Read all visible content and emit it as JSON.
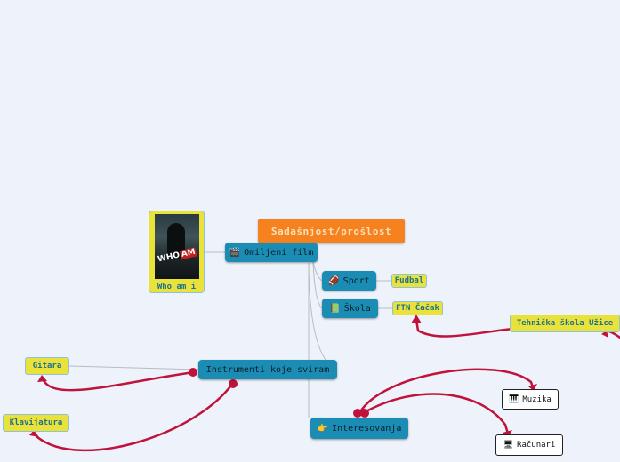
{
  "colors": {
    "background": "#eef3fb",
    "root": "#f5821f",
    "main_topic": "#1b8db5",
    "leaf": "#e8e23a",
    "relationship": "#c0133c"
  },
  "root": {
    "label": "Sadašnjost/prošlost"
  },
  "topics": {
    "film": {
      "label": "Omiljeni film",
      "icon": "clapperboard-icon"
    },
    "sport": {
      "label": "Sport",
      "icon": "football-icon"
    },
    "skola": {
      "label": "Škola",
      "icon": "book-icon"
    },
    "instrumenti": {
      "label": "Instrumenti koje sviram"
    },
    "interesovanja": {
      "label": "Interesovanja",
      "icon": "pointing-hand-icon"
    }
  },
  "leaves": {
    "film_poster": {
      "caption": "Who am i",
      "poster_word": "WHO",
      "poster_word_highlight": "AM"
    },
    "fudbal": {
      "label": "Fudbal"
    },
    "ftn": {
      "label": "FTN Čačak"
    },
    "tehnicka": {
      "label": "Tehnička škola Užice"
    },
    "gitara": {
      "label": "Gitara"
    },
    "klavijatura": {
      "label": "Klavijatura"
    },
    "muzika": {
      "label": "Muzika",
      "icon": "piano-icon"
    },
    "racunari": {
      "label": "Računari",
      "icon": "computer-icon"
    }
  }
}
